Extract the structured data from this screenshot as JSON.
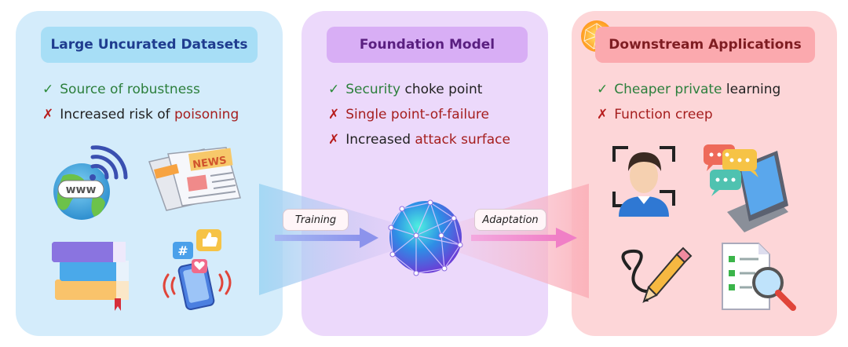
{
  "panels": {
    "datasets": {
      "title": "Large Uncurated Datasets",
      "pros": [
        {
          "text": "Source of robustness"
        }
      ],
      "cons": [
        {
          "prefix": "Increased risk of ",
          "highlight": "poisoning"
        }
      ],
      "icons": [
        "globe-www-icon",
        "newspaper-icon",
        "books-icon",
        "social-media-phone-icon"
      ],
      "badges": {
        "www": "www",
        "news": "NEWS",
        "hash": "#"
      }
    },
    "model": {
      "title": "Foundation Model",
      "pros": [
        {
          "highlight": "Security",
          "suffix": " choke point"
        }
      ],
      "cons": [
        {
          "highlight": "Single point-of-failure"
        },
        {
          "prefix": "Increased ",
          "highlight": "attack surface"
        }
      ],
      "icons": [
        "neural-sphere-icon"
      ]
    },
    "applications": {
      "title": "Downstream Applications",
      "pros": [
        {
          "highlight": "Cheaper private",
          "suffix": " learning"
        }
      ],
      "cons": [
        {
          "highlight": "Function creep"
        }
      ],
      "icons": [
        "face-recognition-icon",
        "chat-laptop-icon",
        "pencil-writing-icon",
        "document-search-icon"
      ]
    }
  },
  "arrows": {
    "training": "Training",
    "adaptation": "Adaptation"
  },
  "symbols": {
    "check": "✓",
    "cross": "✗"
  },
  "colors": {
    "blue_panel": "#d4ecfb",
    "purple_panel": "#ecd9fb",
    "pink_panel": "#fdd6d8",
    "good": "#2c7f3c",
    "bad": "#a51e1e"
  }
}
